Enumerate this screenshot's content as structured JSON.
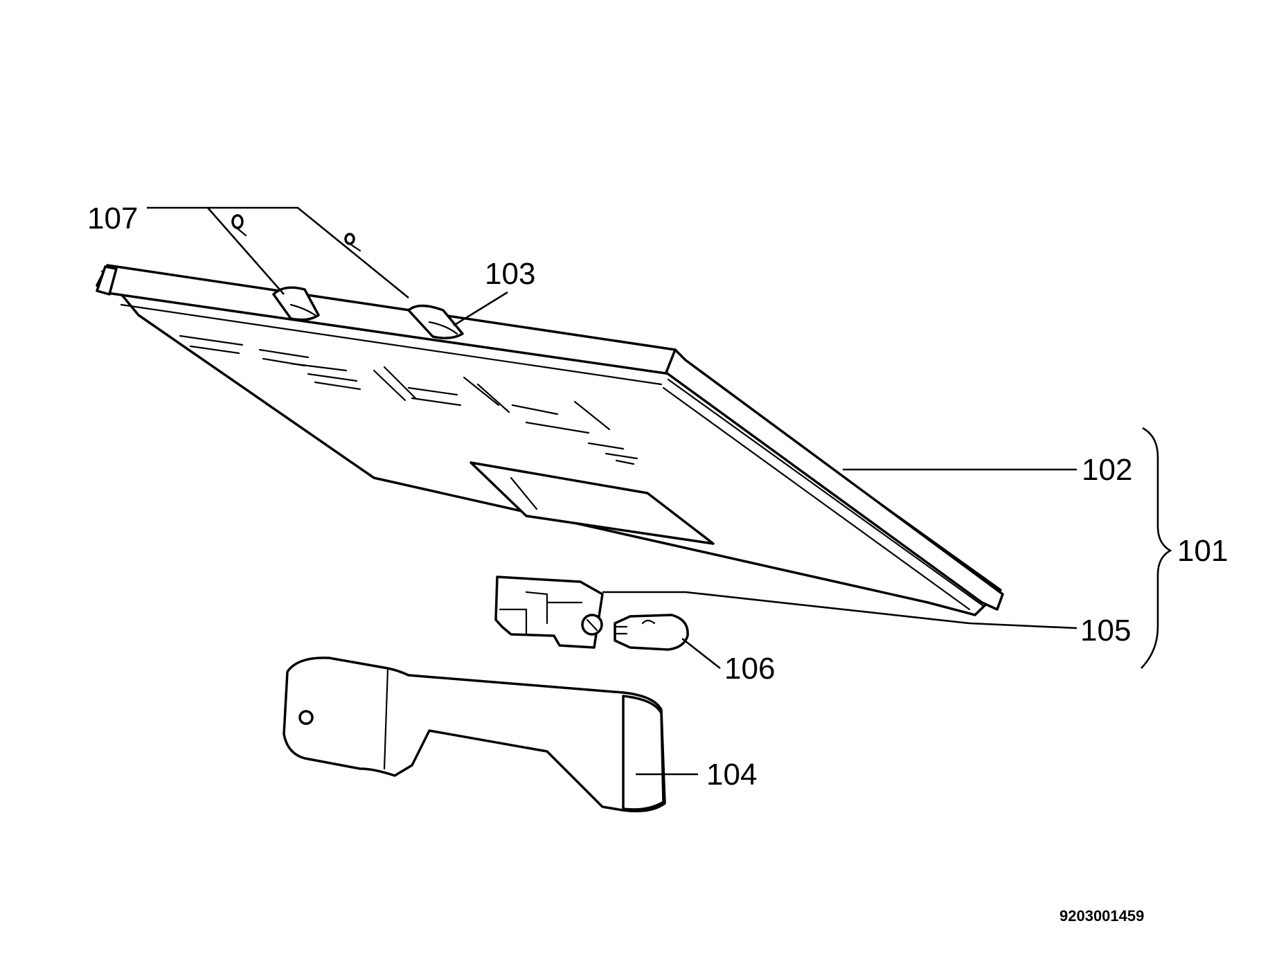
{
  "diagram": {
    "document_number": "9203001459",
    "callouts": {
      "c101": "101",
      "c102": "102",
      "c103": "103",
      "c104": "104",
      "c105": "105",
      "c106": "106",
      "c107": "107"
    }
  }
}
